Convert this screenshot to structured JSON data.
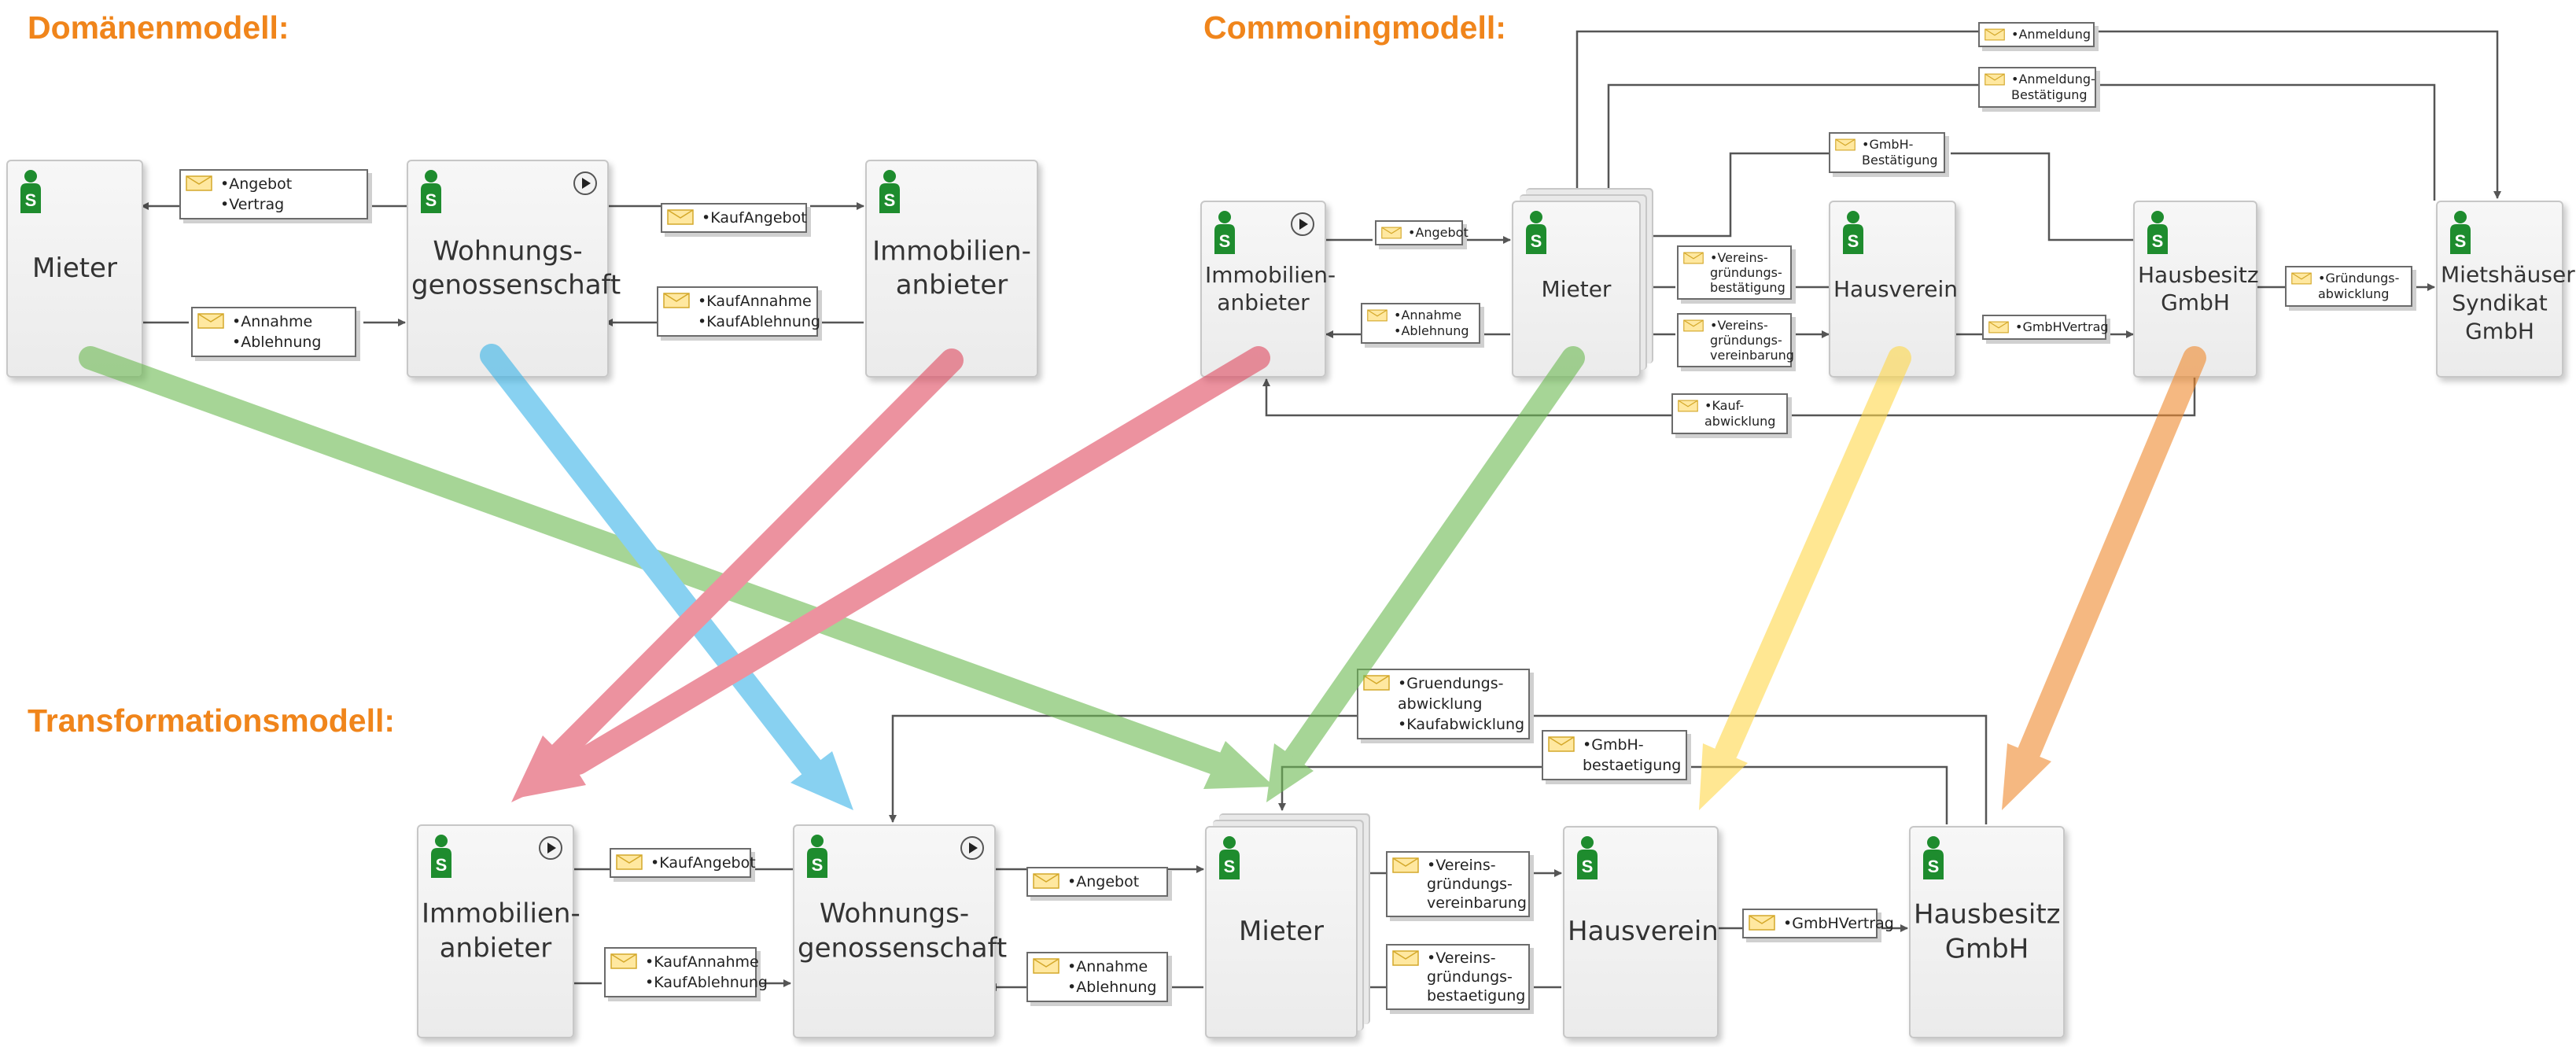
{
  "sections": {
    "domain": "Domänenmodell:",
    "commoning": "Commoningmodell:",
    "transformation": "Transformationsmodell:"
  },
  "domain_model": {
    "subjects": {
      "mieter": "Mieter",
      "wohnungsgenossenschaft": "Wohnungs-\ngenossenschaft",
      "immobilienanbieter": "Immobilien-\nanbieter"
    },
    "messages": {
      "angebot_vertrag": [
        "Angebot",
        "Vertrag"
      ],
      "annahme_ablehnung": [
        "Annahme",
        "Ablehnung"
      ],
      "kaufangebot": [
        "KaufAngebot"
      ],
      "kaufannahme_kaufablehnung": [
        "KaufAnnahme",
        "KaufAblehnung"
      ]
    }
  },
  "commoning_model": {
    "subjects": {
      "immobilienanbieter": "Immobilien-\nanbieter",
      "mieter": "Mieter",
      "hausverein": "Hausverein",
      "hausbesitz": "Hausbesitz\nGmbH",
      "syndikat": "Mietshäuser\nSyndikat\nGmbH"
    },
    "messages": {
      "anmeldung": [
        "Anmeldung"
      ],
      "anmeldung_bestaetigung": [
        "Anmeldung-\nBestätigung"
      ],
      "gmbh_bestaetigung": [
        "GmbH-\nBestätigung"
      ],
      "angebot": [
        "Angebot"
      ],
      "annahme_ablehnung": [
        "Annahme",
        "Ablehnung"
      ],
      "vereinsgruendungs_bestaetigung": [
        "Vereins-\ngründungs-\nbestätigung"
      ],
      "vereinsgruendungs_vereinbarung": [
        "Vereins-\ngründungs-\nvereinbarung"
      ],
      "gmbhvertrag": [
        "GmbHVertrag"
      ],
      "gruendungsabwicklung": [
        "Gründungs-\nabwicklung"
      ],
      "kaufabwicklung": [
        "Kauf-\nabwicklung"
      ]
    }
  },
  "transformation_model": {
    "subjects": {
      "immobilienanbieter": "Immobilien-\nanbieter",
      "wohnungsgenossenschaft": "Wohnungs-\ngenossenschaft",
      "mieter": "Mieter",
      "hausverein": "Hausverein",
      "hausbesitz": "Hausbesitz\nGmbH"
    },
    "messages": {
      "gruendungsabwicklung_kaufabwicklung": [
        "Gruendungs-\nabwicklung",
        "Kaufabwicklung"
      ],
      "gmbh_bestaetigung": [
        "GmbH-\nbestaetigung"
      ],
      "kaufangebot": [
        "KaufAngebot"
      ],
      "kaufannahme_kaufablehnung": [
        "KaufAnnahme",
        "KaufAblehnung"
      ],
      "angebot": [
        "Angebot"
      ],
      "annahme_ablehnung": [
        "Annahme",
        "Ablehnung"
      ],
      "vereinsgruendungs_vereinbarung": [
        "Vereins-\ngründungs-\nvereinbarung"
      ],
      "vereinsgruendungs_bestaetigung": [
        "Vereins-\ngründungs-\nbestaetigung"
      ],
      "gmbhvertrag": [
        "GmbHVertrag"
      ]
    }
  },
  "icons": {
    "subject": "s-person-icon",
    "start": "play-icon",
    "message": "envelope-icon"
  },
  "colors": {
    "title": "#f0851b",
    "map_green": "#8cc97a",
    "map_blue": "#5ec2ea",
    "map_red": "#e05a6c",
    "map_yellow": "#ffe27a",
    "map_orange": "#f2a55a",
    "connector": "#555555"
  }
}
